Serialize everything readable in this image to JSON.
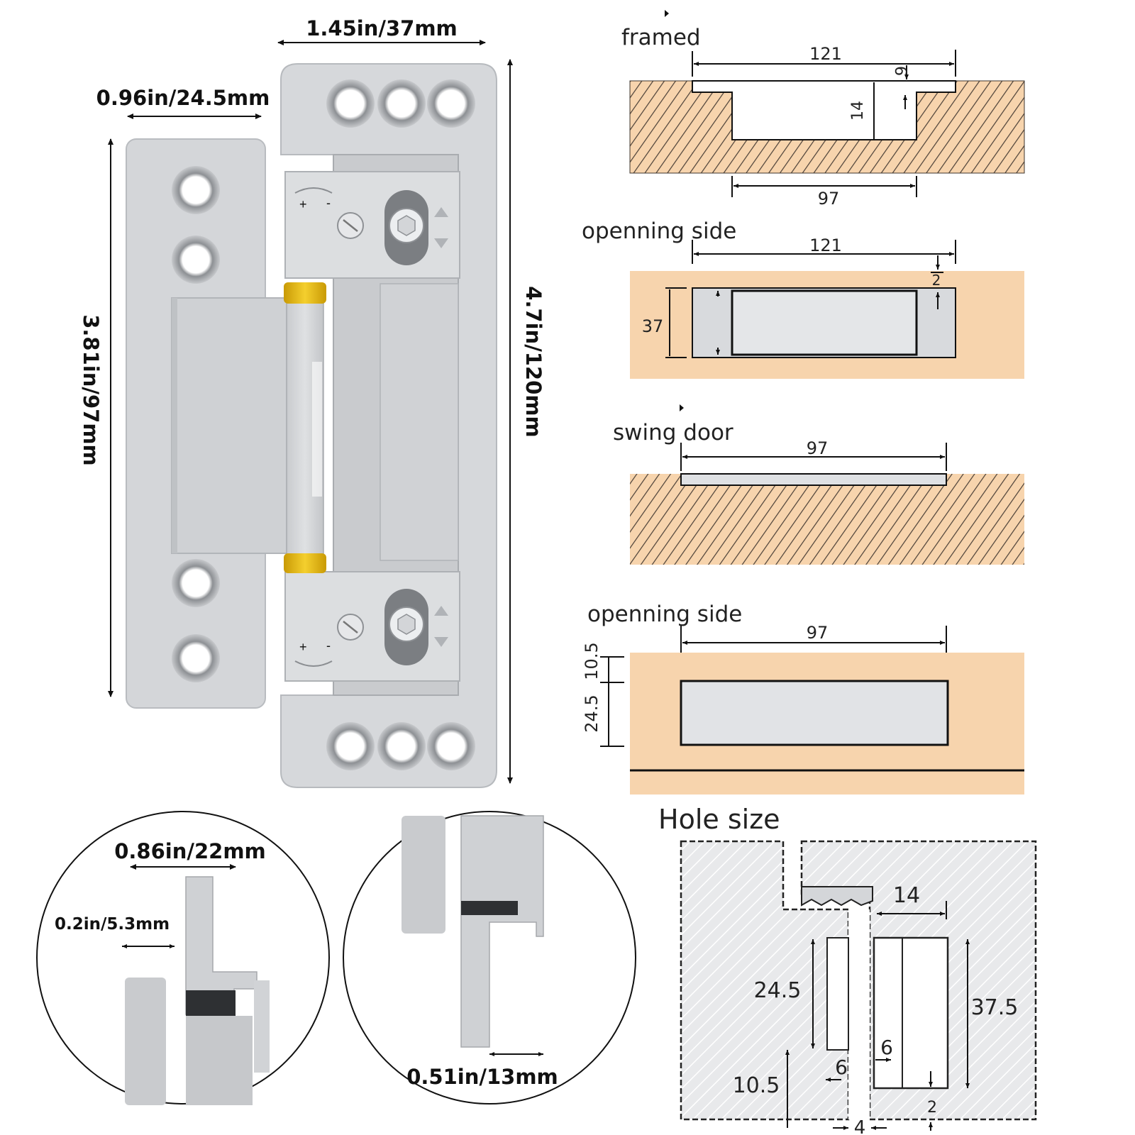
{
  "hinge_view": {
    "width_top": "1.45in/37mm",
    "leaf_width": "0.96in/24.5mm",
    "leaf_height": "3.81in/97mm",
    "total_height": "4.7in/120mm",
    "adjust_plus": "+",
    "adjust_minus": "-"
  },
  "detail_left": {
    "width": "0.86in/22mm",
    "gap": "0.2in/5.3mm"
  },
  "detail_right": {
    "offset": "0.51in/13mm"
  },
  "framed": {
    "title": "framed",
    "top_length": "121",
    "depth_small": "6",
    "depth_large": "14",
    "bottom_length": "97"
  },
  "opening_side_1": {
    "title": "openning side",
    "length": "121",
    "edge": "2",
    "height": "37"
  },
  "swing_door": {
    "title": "swing door",
    "length": "97"
  },
  "opening_side_2": {
    "title": "openning side",
    "length": "97",
    "offset": "10.5",
    "height": "24.5"
  },
  "hole_size": {
    "title": "Hole size",
    "d14": "14",
    "d245": "24.5",
    "d375": "37.5",
    "d6a": "6",
    "d6b": "6",
    "d105": "10.5",
    "d2": "2",
    "d4": "4"
  },
  "colors": {
    "wood": "#f7d4ad",
    "metal": "#d5d7da",
    "metal_dark": "#a9acb0",
    "brass": "#e3b512"
  }
}
